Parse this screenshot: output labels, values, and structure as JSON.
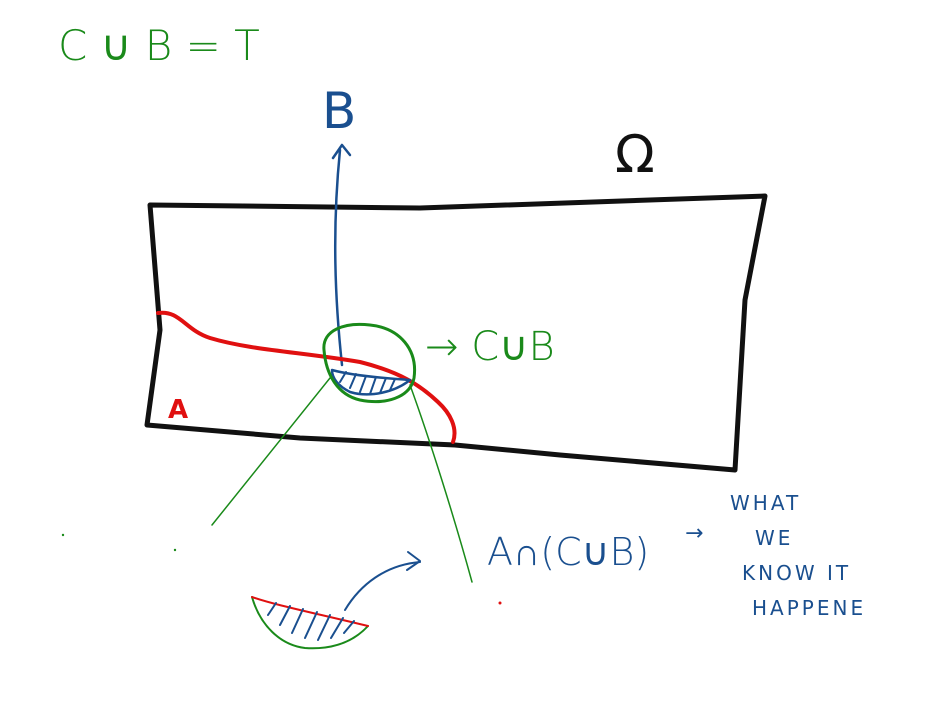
{
  "colors": {
    "background": "#ffffff",
    "black_ink": "#111111",
    "red_ink": "#e01010",
    "green_ink": "#1a8a1a",
    "blue_ink": "#1a4f8f"
  },
  "labels": {
    "top_equation": "C ∪ B = T",
    "set_b": "B",
    "sample_space": "Ω",
    "set_a": "A",
    "c_union_b": "→ C∪B",
    "intersection": "A∩(C∪B)",
    "what_we_know_line1": "WHAT",
    "what_we_know_line2": "WE",
    "what_we_know_line3": "KNOW IT",
    "what_we_know_line4": "HAPPENE"
  }
}
